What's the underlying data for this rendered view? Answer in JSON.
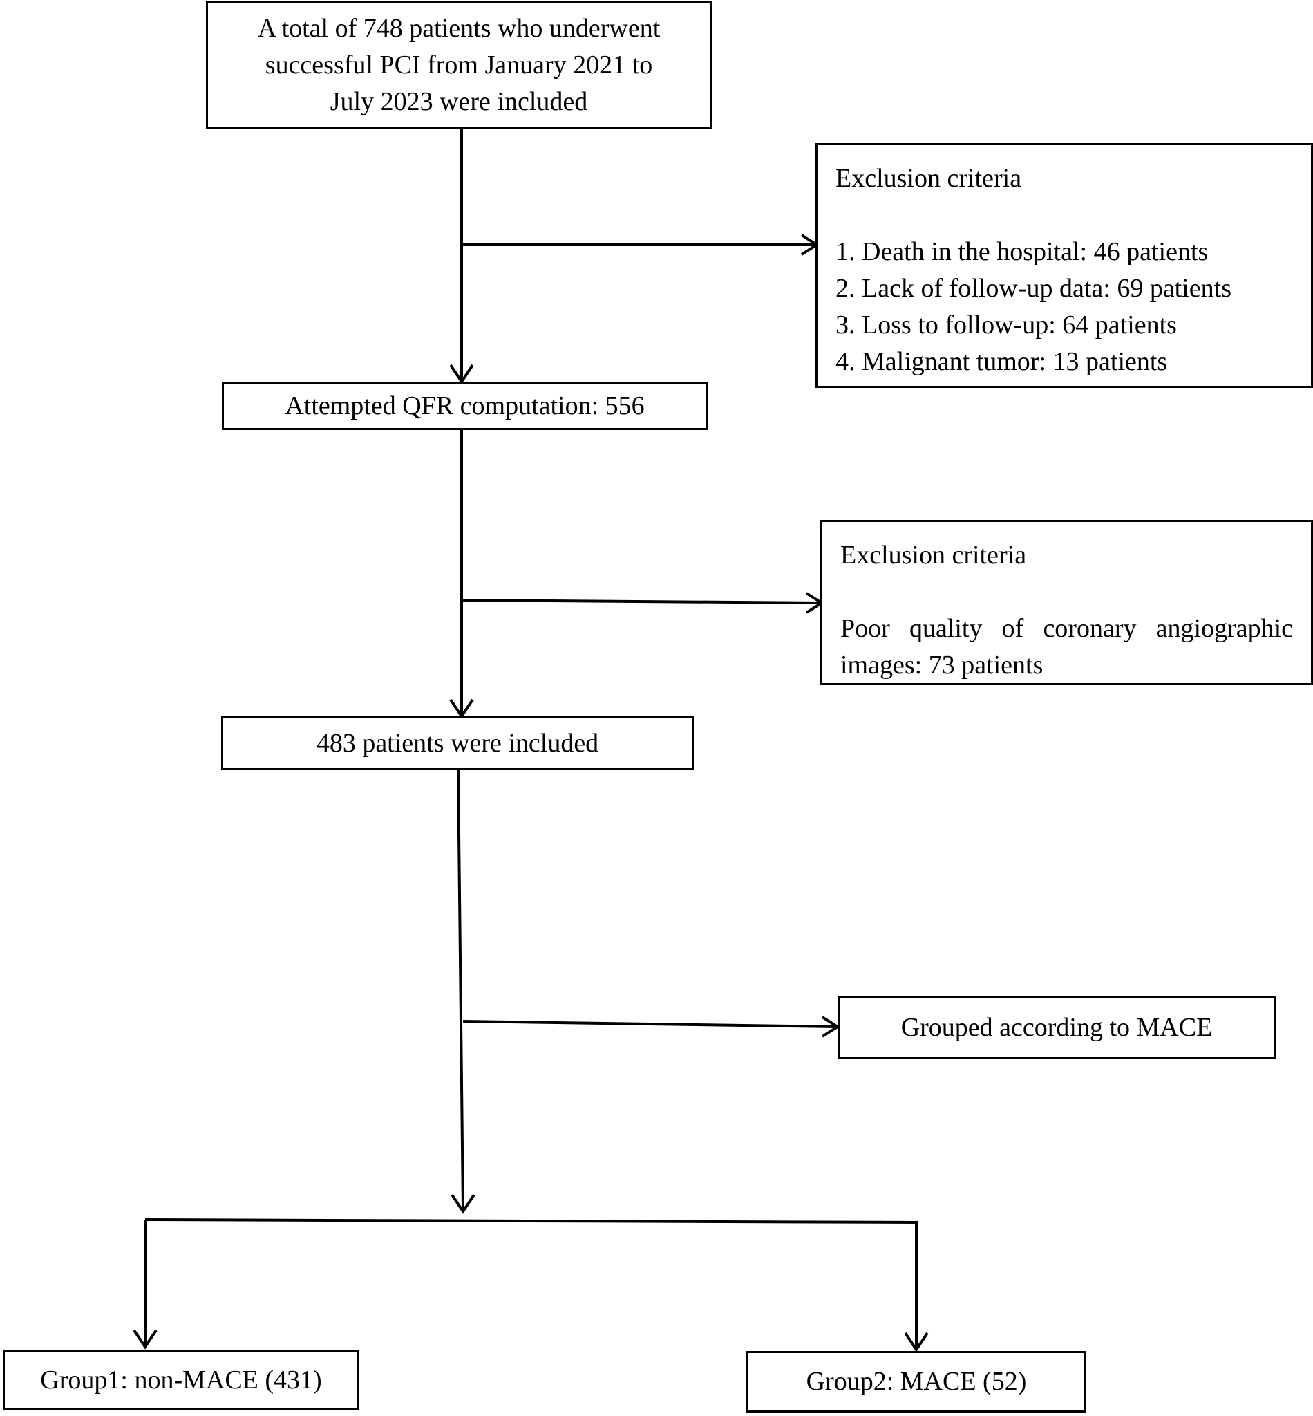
{
  "flowchart": {
    "start_box": {
      "lines": [
        "A total of 748 patients who underwent",
        "successful PCI from January 2021 to",
        "July 2023 were included"
      ]
    },
    "exclusion_1": {
      "heading": "Exclusion criteria",
      "items": [
        "1.  Death in the hospital: 46 patients",
        "2.  Lack of follow-up data: 69 patients",
        "3.  Loss to follow-up: 64 patients",
        "4.  Malignant tumor: 13 patients"
      ]
    },
    "qfr_box": {
      "text": "Attempted QFR computation: 556"
    },
    "exclusion_2": {
      "heading": "Exclusion criteria",
      "text": "Poor quality of coronary angiographic images: 73 patients"
    },
    "included_box": {
      "text": "483 patients were included"
    },
    "grouping_box": {
      "text": "Grouped according to MACE"
    },
    "group1_box": {
      "text": "Group1: non-MACE (431)"
    },
    "group2_box": {
      "text": "Group2: MACE (52)"
    }
  }
}
